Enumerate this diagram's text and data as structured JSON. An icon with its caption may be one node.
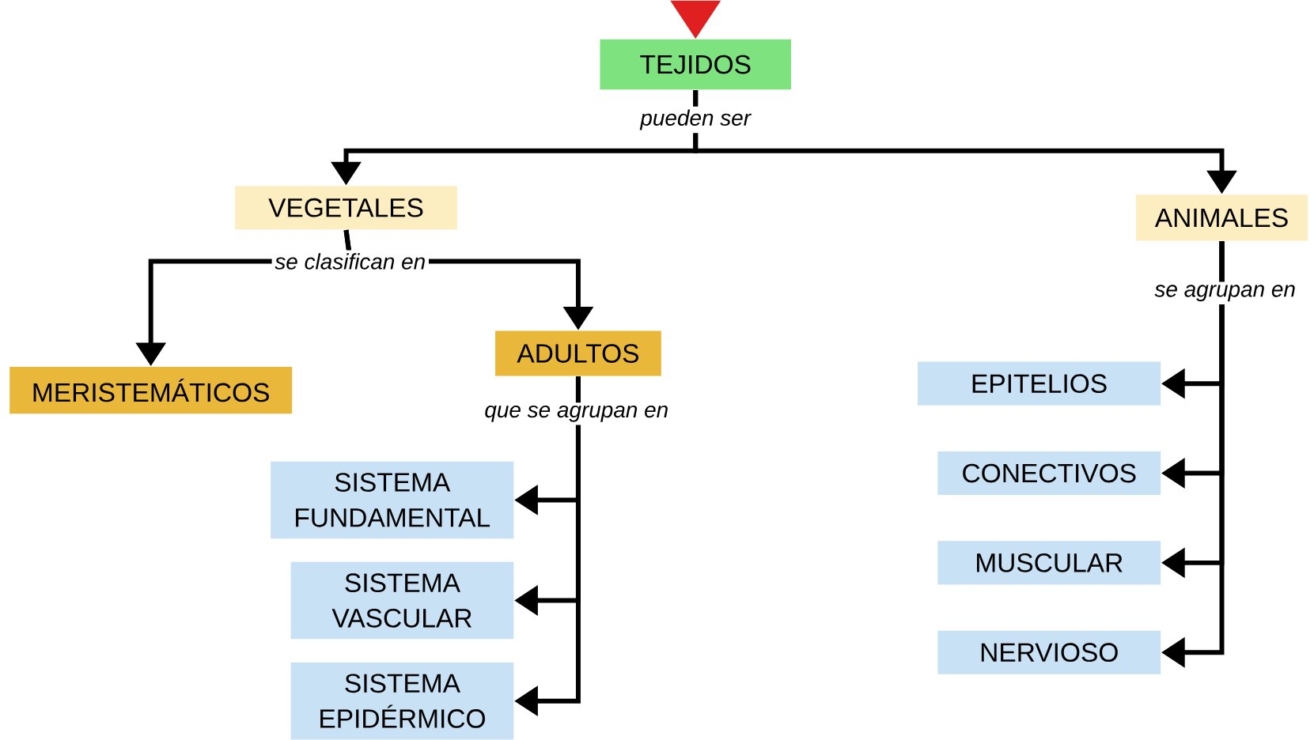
{
  "diagram": {
    "nodes": [
      {
        "text": [
          "TEJIDOS"
        ]
      },
      {
        "text": [
          "VEGETALES"
        ]
      },
      {
        "text": [
          "ANIMALES"
        ]
      },
      {
        "text": [
          "MERISTEMÁTICOS"
        ]
      },
      {
        "text": [
          "ADULTOS"
        ]
      },
      {
        "text": [
          "SISTEMA FUNDAMENTAL"
        ]
      },
      {
        "text": [
          "SISTEMA VASCULAR"
        ]
      },
      {
        "text": [
          "SISTEMA EPIDÉRMICO"
        ]
      },
      {
        "text": [
          "EPITELIOS"
        ]
      },
      {
        "text": [
          "CONECTIVOS"
        ]
      },
      {
        "text": [
          "MUSCULAR"
        ]
      },
      {
        "text": [
          "NERVIOSO"
        ]
      }
    ],
    "edges": [
      {
        "from": null,
        "to": 0,
        "arrow": "to",
        "color": "#e02020"
      },
      {
        "from": 0,
        "to": 1,
        "arrow": "to",
        "label": "pueden ser"
      },
      {
        "from": 0,
        "to": 2,
        "arrow": "to"
      },
      {
        "from": 1,
        "to": 3,
        "arrow": "to",
        "label": "se clasifican en"
      },
      {
        "from": 1,
        "to": 4,
        "arrow": "to"
      },
      {
        "from": 4,
        "to": 5,
        "arrow": "to",
        "label": "que se agrupan en"
      },
      {
        "from": 4,
        "to": 6,
        "arrow": "to"
      },
      {
        "from": 4,
        "to": 7,
        "arrow": "to"
      },
      {
        "from": 2,
        "to": 8,
        "arrow": "to",
        "label": "se agrupan en"
      },
      {
        "from": 2,
        "to": 9,
        "arrow": "to"
      },
      {
        "from": 2,
        "to": 10,
        "arrow": "to"
      },
      {
        "from": 2,
        "to": 11,
        "arrow": "to"
      }
    ]
  }
}
